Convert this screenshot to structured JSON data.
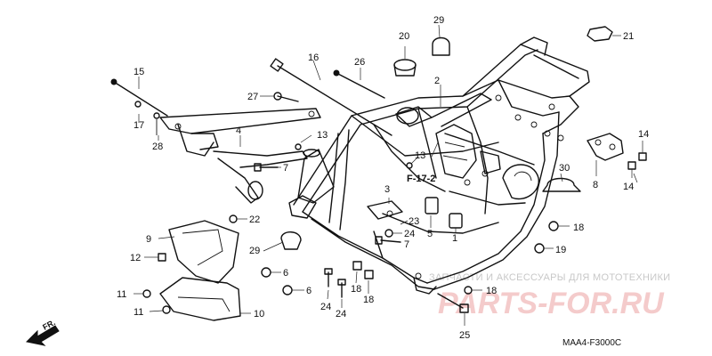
{
  "diagram": {
    "code": "MAA4-F3000C",
    "reference": "F-17-2",
    "direction_label": "FR.",
    "callouts": {
      "c1": "1",
      "c2": "2",
      "c3": "3",
      "c4": "4",
      "c5": "5",
      "c6a": "6",
      "c6b": "6",
      "c7a": "7",
      "c7b": "7",
      "c8": "8",
      "c9": "9",
      "c10": "10",
      "c11a": "11",
      "c11b": "11",
      "c12": "12",
      "c13a": "13",
      "c13b": "13",
      "c14a": "14",
      "c14b": "14",
      "c15": "15",
      "c16": "16",
      "c17": "17",
      "c18a": "18",
      "c18b": "18",
      "c18c": "18",
      "c18d": "18",
      "c19": "19",
      "c20": "20",
      "c21": "21",
      "c22": "22",
      "c23": "23",
      "c24a": "24",
      "c24b": "24",
      "c24c": "24",
      "c25": "25",
      "c26": "26",
      "c27": "27",
      "c28": "28",
      "c29a": "29",
      "c29b": "29",
      "c30": "30"
    }
  },
  "watermark": {
    "tagline": "ЗАПЧАСТИ И АКСЕССУАРЫ ДЛЯ МОТОТЕХНИКИ",
    "brand": "PARTS-FOR.RU"
  }
}
